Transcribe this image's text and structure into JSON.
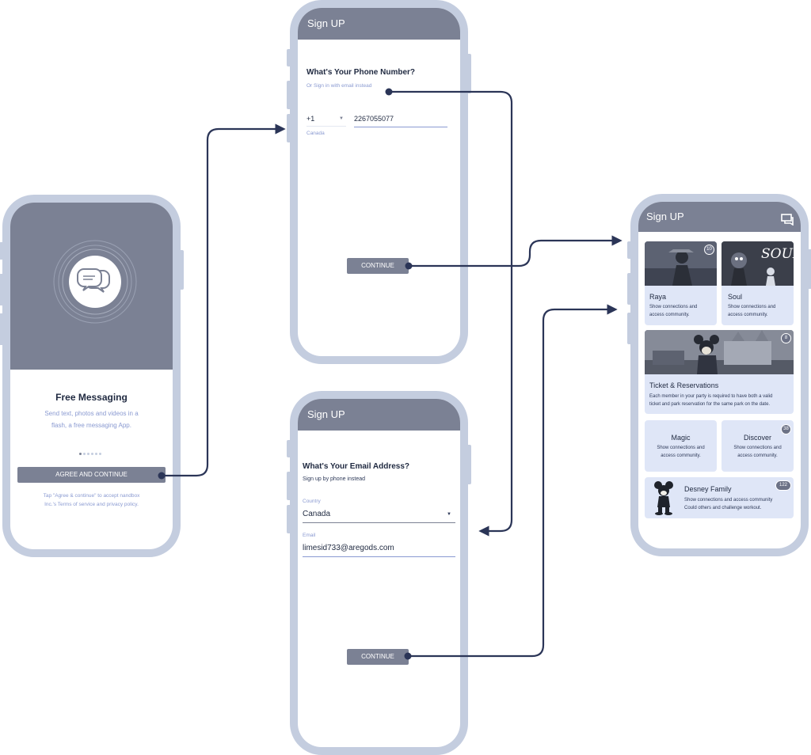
{
  "welcome": {
    "title": "Free Messaging",
    "subtitle_line1": "Send text, photos and videos in a",
    "subtitle_line2": "flash, a free messaging App.",
    "agree_button": "AGREE AND CONTINUE",
    "terms_line1": "Tap \"Agree & continue\" to accept nandbox",
    "terms_line2": "Inc.'s Terms of service and privacy policy.",
    "pager_pages": 6,
    "pager_active_index": 0,
    "icon": "chat-bubbles-icon"
  },
  "phone_signup": {
    "appbar_title": "Sign UP",
    "heading": "What's Your Phone Number?",
    "email_link": "Or Sign in with email instead",
    "country_code": "+1",
    "country_name": "Canada",
    "phone_value": "2267055077",
    "continue_button": "CONTINUE"
  },
  "email_signup": {
    "appbar_title": "Sign UP",
    "heading": "What's Your Email Address?",
    "phone_link": "Sign up by phone instead",
    "country_label": "Country",
    "country_value": "Canada",
    "email_label": "Email",
    "email_value": "limesid733@aregods.com",
    "continue_button": "CONTINUE"
  },
  "home": {
    "appbar_title": "Sign UP",
    "appbar_icon": "chat-bubbles-icon",
    "cards": {
      "raya": {
        "title": "Raya",
        "desc_line1": "Show connections and",
        "desc_line2": "access community.",
        "badge": "10"
      },
      "soul": {
        "title": "Soul",
        "desc_line1": "Show connections and",
        "desc_line2": "access community.",
        "image_text": "SOUL"
      },
      "tickets": {
        "title": "Ticket & Reservations",
        "desc_line1": "Each member in your party is required to have both a valid",
        "desc_line2": "ticket and park reservation for the same park on the date.",
        "badge": "8"
      },
      "magic": {
        "title": "Magic",
        "desc_line1": "Show connections and",
        "desc_line2": "access community."
      },
      "discover": {
        "title": "Discover",
        "desc_line1": "Show connections and",
        "desc_line2": "access community.",
        "badge": "38"
      },
      "family": {
        "title": "Desney Family",
        "desc_line1": "Show connections and access community",
        "desc_line2": "Could others and challenge workout.",
        "badge": "122"
      }
    }
  },
  "colors": {
    "frame": "#c4cddf",
    "appbar": "#7b8194",
    "connector": "#2b3557",
    "card": "#dfe6f7",
    "accent_text": "#8a9ad1"
  }
}
